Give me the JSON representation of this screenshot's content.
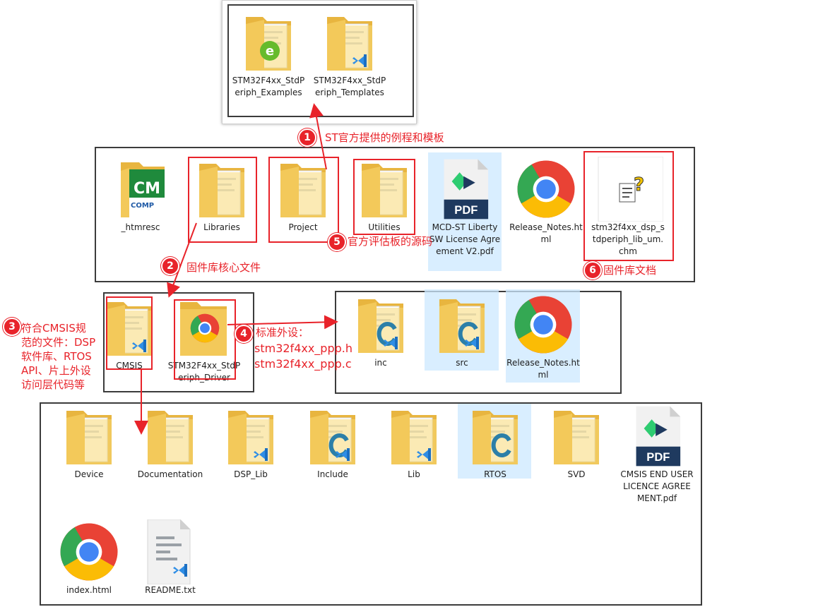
{
  "annotations": {
    "a1": {
      "num": "1",
      "text": "ST官方提供的例程和模板"
    },
    "a2": {
      "num": "2",
      "text": "固件库核心文件"
    },
    "a3": {
      "num": "3",
      "lines": [
        "符合CMSIS规",
        "范的文件：DSP",
        "软件库、RTOS",
        "API、片上外设",
        "访问层代码等"
      ]
    },
    "a4": {
      "num": "4",
      "lines": [
        "标准外设：",
        "stm32f4xx_ppp.h",
        "stm32f4xx_ppp.c"
      ]
    },
    "a5": {
      "num": "5",
      "text": "官方评估板的源码"
    },
    "a6": {
      "num": "6",
      "text": "固件库文档"
    }
  },
  "panel_top": {
    "items": [
      {
        "label": "STM32F4xx_StdPeriph_Examples",
        "icon": "folder-examples-icon"
      },
      {
        "label": "STM32F4xx_StdPeriph_Templates",
        "icon": "folder-templates-icon"
      }
    ]
  },
  "panel_root": {
    "items": [
      {
        "label": "_htmresc",
        "icon": "folder-htmresc-icon"
      },
      {
        "label": "Libraries",
        "icon": "folder-icon"
      },
      {
        "label": "Project",
        "icon": "folder-icon"
      },
      {
        "label": "Utilities",
        "icon": "folder-icon"
      },
      {
        "label": "MCD-ST Liberty SW License Agreement V2.pdf",
        "icon": "pdf-icon"
      },
      {
        "label": "Release_Notes.html",
        "icon": "chrome-icon"
      },
      {
        "label": "stm32f4xx_dsp_stdperiph_lib_um.chm",
        "icon": "chm-help-icon"
      }
    ]
  },
  "panel_libs": {
    "items": [
      {
        "label": "CMSIS",
        "icon": "folder-cmsis-icon"
      },
      {
        "label": "STM32F4xx_StdPeriph_Driver",
        "icon": "folder-chrome-icon"
      }
    ]
  },
  "panel_driver": {
    "items": [
      {
        "label": "inc",
        "icon": "folder-c-icon"
      },
      {
        "label": "src",
        "icon": "folder-c-icon"
      },
      {
        "label": "Release_Notes.html",
        "icon": "chrome-icon"
      }
    ]
  },
  "panel_cmsis": {
    "items": [
      {
        "label": "Device",
        "icon": "folder-icon"
      },
      {
        "label": "Documentation",
        "icon": "folder-icon"
      },
      {
        "label": "DSP_Lib",
        "icon": "folder-vscode-icon"
      },
      {
        "label": "Include",
        "icon": "folder-c-icon"
      },
      {
        "label": "Lib",
        "icon": "folder-vscode-icon"
      },
      {
        "label": "RTOS",
        "icon": "folder-c-icon"
      },
      {
        "label": "SVD",
        "icon": "folder-icon"
      },
      {
        "label": "CMSIS END USER LICENCE AGREEMENT.pdf",
        "icon": "pdf-icon"
      },
      {
        "label": "index.html",
        "icon": "chrome-icon"
      },
      {
        "label": "README.txt",
        "icon": "txt-file-icon"
      }
    ]
  },
  "colors": {
    "annotation": "#e8232a",
    "folder": "#f3c95a",
    "selection": "#cce8ff",
    "pdf_dark": "#1f3a5f",
    "pdf_green": "#2ecc71"
  }
}
